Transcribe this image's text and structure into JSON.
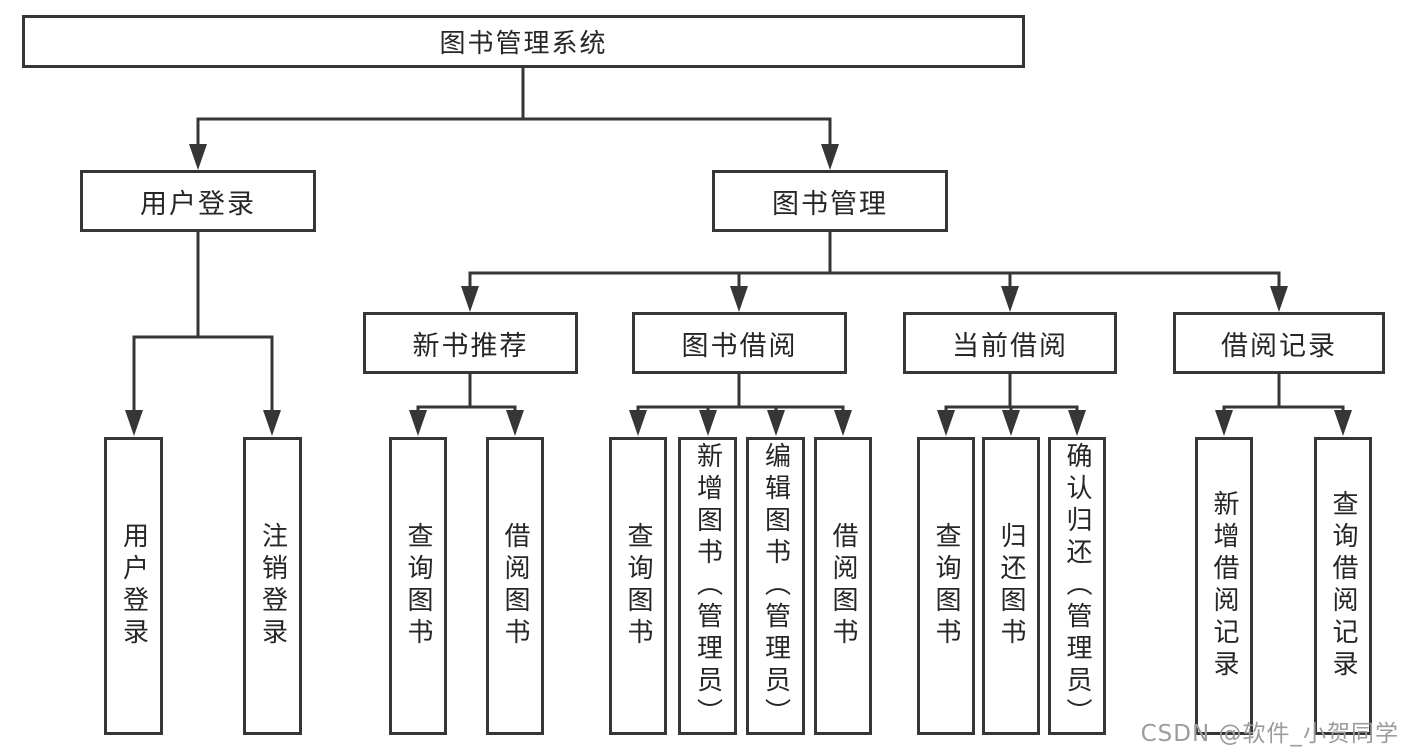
{
  "tree": {
    "root": {
      "label": "图书管理系统",
      "children": [
        {
          "label": "用户登录",
          "children": [
            {
              "label": "用户登录"
            },
            {
              "label": "注销登录"
            }
          ]
        },
        {
          "label": "图书管理",
          "children": [
            {
              "label": "新书推荐",
              "children": [
                {
                  "label": "查询图书"
                },
                {
                  "label": "借阅图书"
                }
              ]
            },
            {
              "label": "图书借阅",
              "children": [
                {
                  "label": "查询图书"
                },
                {
                  "label": "新增图书（管理员）"
                },
                {
                  "label": "编辑图书（管理员）"
                },
                {
                  "label": "借阅图书"
                }
              ]
            },
            {
              "label": "当前借阅",
              "children": [
                {
                  "label": "查询图书"
                },
                {
                  "label": "归还图书"
                },
                {
                  "label": "确认归还（管理员）"
                }
              ]
            },
            {
              "label": "借阅记录",
              "children": [
                {
                  "label": "新增借阅记录"
                },
                {
                  "label": "查询借阅记录"
                }
              ]
            }
          ]
        }
      ]
    }
  },
  "watermark": {
    "text": "CSDN @软件_小贺同学"
  },
  "colors": {
    "line": "#363636",
    "text": "#262626",
    "watermark": "#9c9c9c",
    "background": "#ffffff"
  }
}
